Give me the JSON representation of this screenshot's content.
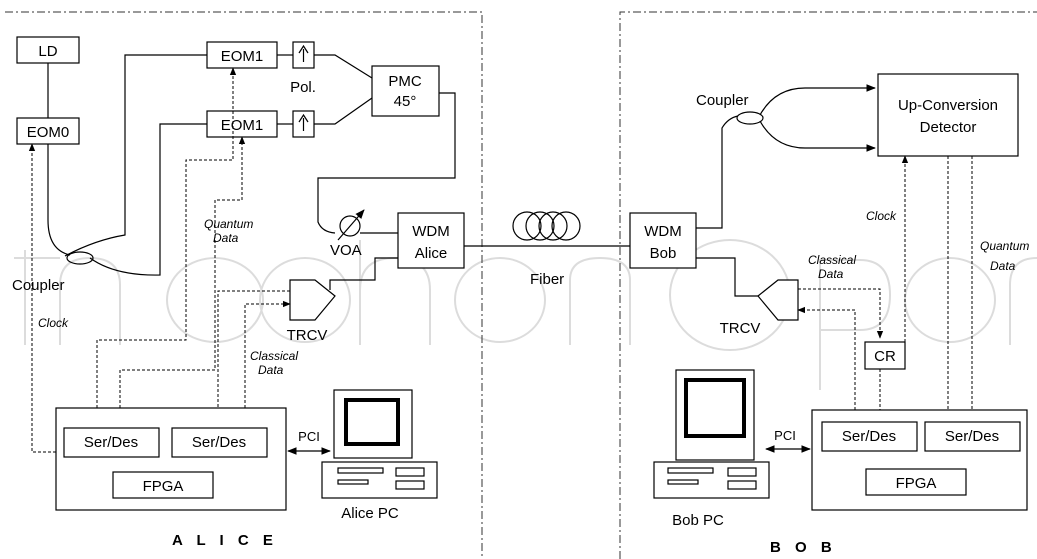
{
  "alice": {
    "section_label": "A L I C E",
    "ld": "LD",
    "eom0": "EOM0",
    "eom1_top": "EOM1",
    "eom1_bottom": "EOM1",
    "pol": "Pol.",
    "pmc": "PMC",
    "pmc_angle": "45°",
    "voa": "VOA",
    "wdm_line1": "WDM",
    "wdm_line2": "Alice",
    "coupler": "Coupler",
    "trcv": "TRCV",
    "quantum_data_1": "Quantum",
    "quantum_data_2": "Data",
    "classical_data_1": "Classical",
    "classical_data_2": "Data",
    "clock": "Clock",
    "serdes_left": "Ser/Des",
    "serdes_right": "Ser/Des",
    "fpga": "FPGA",
    "pci": "PCI",
    "pc": "Alice PC"
  },
  "link": {
    "fiber": "Fiber"
  },
  "bob": {
    "section_label": "B O B",
    "wdm_line1": "WDM",
    "wdm_line2": "Bob",
    "coupler": "Coupler",
    "detector_line1": "Up-Conversion",
    "detector_line2": "Detector",
    "clock": "Clock",
    "classical_data_1": "Classical",
    "classical_data_2": "Data",
    "quantum_data_1": "Quantum",
    "quantum_data_2": "Data",
    "trcv": "TRCV",
    "cr": "CR",
    "serdes_left": "Ser/Des",
    "serdes_right": "Ser/Des",
    "fpga": "FPGA",
    "pci": "PCI",
    "pc": "Bob PC"
  },
  "icons": [
    "polarizer-arrow-icon",
    "variable-attenuator-icon",
    "fiber-spool-icon",
    "computer-icon",
    "transceiver-icon",
    "coupler-icon"
  ]
}
